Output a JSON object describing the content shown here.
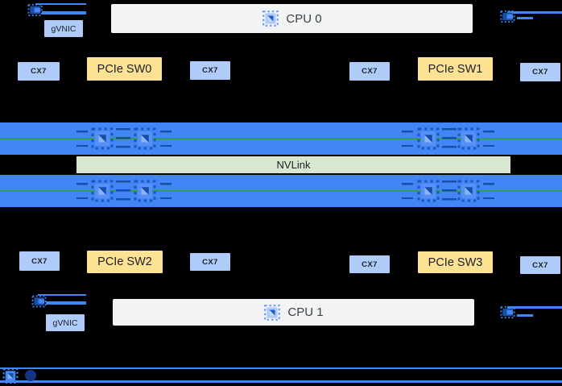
{
  "diagram": {
    "cpu0_label": "CPU 0",
    "cpu1_label": "CPU 1",
    "nvlink_label": "NVLink",
    "gvnic_top_label": "gVNIC",
    "gvnic_bottom_label": "gVNIC",
    "pcie_switches": [
      "PCIe SW0",
      "PCIe SW1",
      "PCIe SW2",
      "PCIe SW3"
    ],
    "nic_labels_top": [
      "CX7",
      "CX7",
      "CX7",
      "CX7"
    ],
    "nic_labels_bottom": [
      "CX7",
      "CX7",
      "CX7",
      "CX7"
    ],
    "icons": {
      "cpu_icon": "cpu-chip-icon",
      "gpu_icon": "gpu-chip-icon",
      "nic_icon": "nic-chip-icon",
      "offload_icon": "offload-chip-icon"
    }
  },
  "colors": {
    "background": "#000000",
    "bar_blue": "#4285F4",
    "chip_navy": "#174EA6",
    "box_light_blue": "#AECBFA",
    "box_yellow": "#FDE293",
    "nvlink_green": "#D8E7D0",
    "cpu_box_gray": "#F2F3F4",
    "trace_green": "#2E9E53",
    "text_dark": "#202124",
    "offload_dot": "#15357D"
  }
}
